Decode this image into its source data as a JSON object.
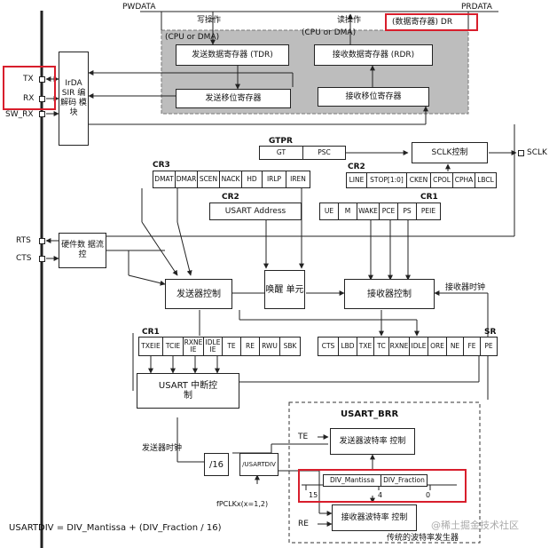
{
  "bus": {
    "pwdata": "PWDATA",
    "prdata": "PRDATA"
  },
  "ops": {
    "write": "写操作",
    "read": "读操作",
    "write_sub": "(CPU or DMA)",
    "read_sub": "(CPU or DMA)",
    "dr": "(数据寄存器) DR"
  },
  "blocks": {
    "tdr": "发送数据寄存器 (TDR)",
    "rdr": "接收数据寄存器 (RDR)",
    "tx_shift": "发送移位寄存器",
    "rx_shift": "接收移位寄存器",
    "irda": "IrDA SIR 编解码 模块",
    "hw_flow": "硬件数 据流控",
    "sclk_ctrl": "SCLK控制",
    "tx_ctrl": "发送器控制",
    "wakeup": "唤醒 单元",
    "rx_ctrl": "接收器控制",
    "usart_int": "USART 中断控制",
    "div16": "/16",
    "usartdiv_div": "/USARTDIV",
    "tx_baud": "发送器波特率 控制",
    "rx_baud": "接收器波特率 控制",
    "usart_address": "USART Address"
  },
  "pins": {
    "tx": "TX",
    "rx": "RX",
    "sw_rx": "SW_RX",
    "rts": "RTS",
    "cts": "CTS",
    "sclk": "SCLK"
  },
  "labels": {
    "gtpr": "GTPR",
    "gt": "GT",
    "psc": "PSC",
    "cr1_title": "CR1",
    "cr2_title": "CR2",
    "cr3_title": "CR3",
    "sr_title": "SR",
    "cr2_addr_title": "CR2",
    "cr1_top_title": "CR1",
    "usart_brr": "USART_BRR",
    "te": "TE",
    "re": "RE",
    "rx_clock": "接收器时钟",
    "tx_clock": "发送器时钟",
    "fpclk": "fPCLKx(x=1,2)",
    "div_mantissa": "DIV_Mantissa",
    "div_fraction": "DIV_Fraction",
    "bit15": "15",
    "bit4": "4",
    "bit0": "0",
    "legacy": "传统的波特率发生器",
    "formula": "USARTDIV = DIV_Mantissa + (DIV_Fraction / 16)",
    "watermark": "@稀土掘金技术社区"
  },
  "registers": {
    "cr3": [
      "DMAT",
      "DMAR",
      "SCEN",
      "NACK",
      "HD",
      "IRLP",
      "IREN"
    ],
    "cr2_top": [
      "LINE",
      "STOP[1:0]",
      "CKEN",
      "CPOL",
      "CPHA",
      "LBCL"
    ],
    "cr1_top": [
      "UE",
      "M",
      "WAKE",
      "PCE",
      "PS",
      "PEIE"
    ],
    "cr1_bottom": [
      "TXEIE",
      "TCIE",
      "RXNE IE",
      "IDLE IE",
      "TE",
      "RE",
      "RWU",
      "SBK"
    ],
    "sr": [
      "CTS",
      "LBD",
      "TXE",
      "TC",
      "RXNE",
      "IDLE",
      "ORE",
      "NE",
      "FE",
      "PE"
    ]
  },
  "colors": {
    "highlight": "#d81e2c",
    "shade": "#bdbdbd",
    "line": "#222222"
  }
}
